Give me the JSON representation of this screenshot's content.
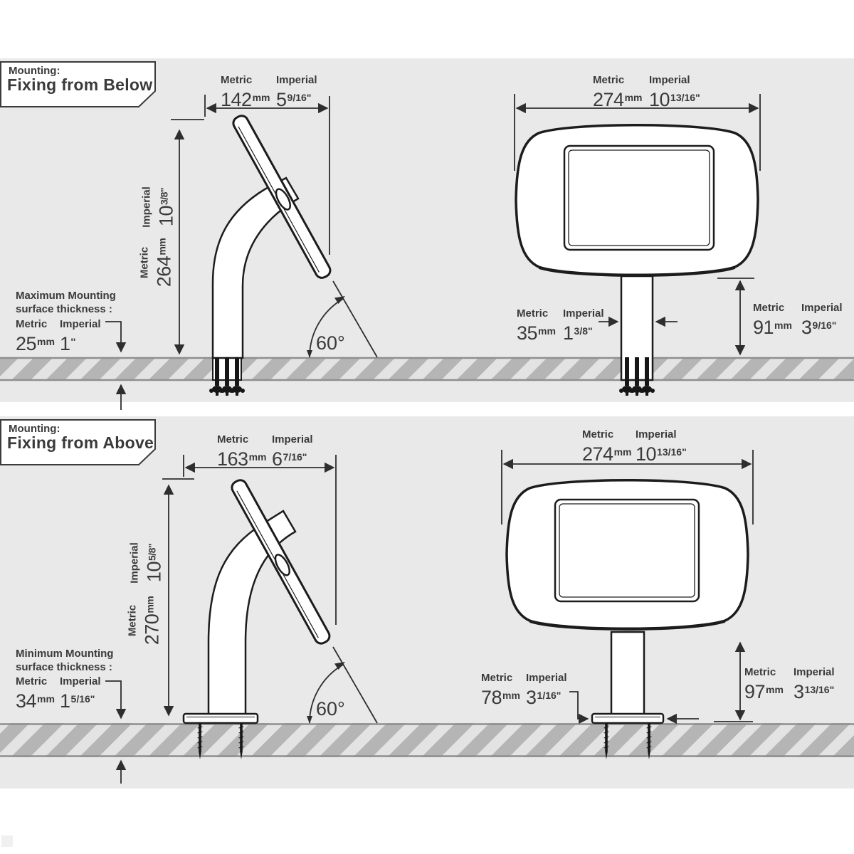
{
  "colors": {
    "panel_bg": "#e9e9e9",
    "ink": "#3a3a3a",
    "line": "#2e2e2e",
    "surface_hatch_dark": "#b5b5b5",
    "surface_hatch_light": "#e3e3e3"
  },
  "sections": [
    {
      "title_label": "Mounting:",
      "title": "Fixing from Below",
      "side": {
        "width": {
          "metric": {
            "label": "Metric",
            "value": "142",
            "unit": "mm"
          },
          "imperial": {
            "label": "Imperial",
            "value": "5",
            "unit": "9/16\""
          }
        },
        "height": {
          "metric": {
            "label": "Metric",
            "value": "264",
            "unit": "mm"
          },
          "imperial": {
            "label": "Imperial",
            "value": "10",
            "unit": "3/8\""
          }
        },
        "angle": "60°",
        "note_line1": "Maximum Mounting",
        "note_line2": "surface thickness :",
        "thickness": {
          "metric": {
            "label": "Metric",
            "value": "25",
            "unit": "mm"
          },
          "imperial": {
            "label": "Imperial",
            "value": "1",
            "unit": "''"
          }
        }
      },
      "front": {
        "width": {
          "metric": {
            "label": "Metric",
            "value": "274",
            "unit": "mm"
          },
          "imperial": {
            "label": "Imperial",
            "value": "10",
            "unit": "13/16\""
          }
        },
        "stem": {
          "metric": {
            "label": "Metric",
            "value": "35",
            "unit": "mm"
          },
          "imperial": {
            "label": "Imperial",
            "value": "1",
            "unit": "3/8\""
          }
        },
        "height": {
          "metric": {
            "label": "Metric",
            "value": "91",
            "unit": "mm"
          },
          "imperial": {
            "label": "Imperial",
            "value": "3",
            "unit": "9/16\""
          }
        }
      }
    },
    {
      "title_label": "Mounting:",
      "title": "Fixing from Above",
      "side": {
        "width": {
          "metric": {
            "label": "Metric",
            "value": "163",
            "unit": "mm"
          },
          "imperial": {
            "label": "Imperial",
            "value": "6",
            "unit": "7/16\""
          }
        },
        "height": {
          "metric": {
            "label": "Metric",
            "value": "270",
            "unit": "mm"
          },
          "imperial": {
            "label": "Imperial",
            "value": "10",
            "unit": "5/8\""
          }
        },
        "angle": "60°",
        "note_line1": "Minimum Mounting",
        "note_line2": "surface thickness :",
        "thickness": {
          "metric": {
            "label": "Metric",
            "value": "34",
            "unit": "mm"
          },
          "imperial": {
            "label": "Imperial",
            "value": "1",
            "unit": "5/16\""
          }
        }
      },
      "front": {
        "width": {
          "metric": {
            "label": "Metric",
            "value": "274",
            "unit": "mm"
          },
          "imperial": {
            "label": "Imperial",
            "value": "10",
            "unit": "13/16\""
          }
        },
        "base": {
          "metric": {
            "label": "Metric",
            "value": "78",
            "unit": "mm"
          },
          "imperial": {
            "label": "Imperial",
            "value": "3",
            "unit": "1/16\""
          }
        },
        "height": {
          "metric": {
            "label": "Metric",
            "value": "97",
            "unit": "mm"
          },
          "imperial": {
            "label": "Imperial",
            "value": "3",
            "unit": "13/16\""
          }
        }
      }
    }
  ]
}
